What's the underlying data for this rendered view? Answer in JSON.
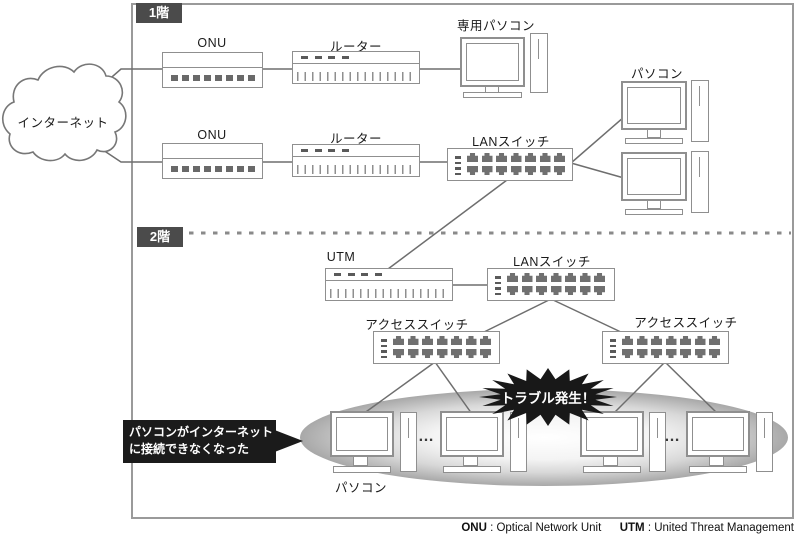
{
  "internet": {
    "label": "インターネット"
  },
  "floors": {
    "f1": "1階",
    "f2": "2階"
  },
  "devices": {
    "onu_top": "ONU",
    "router_top": "ルーター",
    "dedicated_pc": "専用パソコン",
    "onu_bottom": "ONU",
    "router_bottom": "ルーター",
    "lan_switch_f1": "LANスイッチ",
    "pc_f1": "パソコン",
    "utm": "UTM",
    "lan_switch_f2": "LANスイッチ",
    "access_switch_left": "アクセススイッチ",
    "access_switch_right": "アクセススイッチ",
    "pc_bottom": "パソコン"
  },
  "annotations": {
    "trouble": "トラブル発生！",
    "callout_line1": "パソコンがインターネット",
    "callout_line2": "に接続できなくなった",
    "ellipsis": "…"
  },
  "footer": {
    "onu_abbr": "ONU",
    "onu_def": ": Optical Network Unit",
    "utm_abbr": "UTM",
    "utm_def": ": United Threat Management"
  },
  "colors": {
    "line": "#6e6e6e",
    "device_border": "#8f8f8f",
    "port": "#707070",
    "floor_tag_bg": "#4b4b4b",
    "callout_bg": "#1b1b1b",
    "starburst_bg": "#181818",
    "ellipse_edge": "#a8a8a8"
  }
}
